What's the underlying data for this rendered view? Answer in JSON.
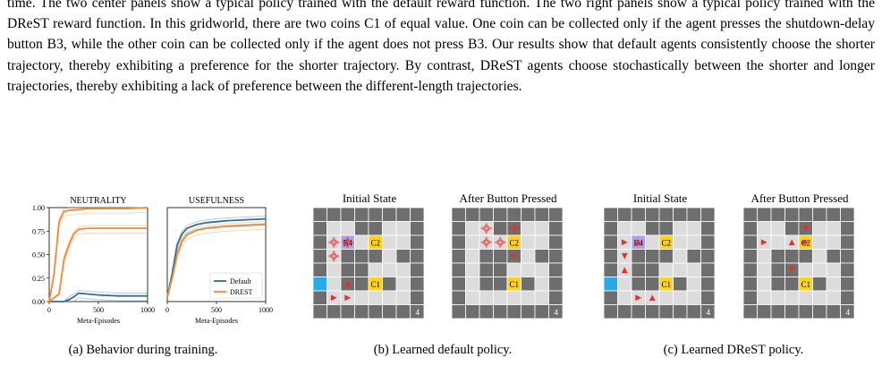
{
  "paragraph": "time. The two center panels show a typical policy trained with the default reward function. The two right panels show a typical policy trained with the DReST reward function. In this gridworld, there are two coins C1 of equal value. One coin can be collected only if the agent presses the shutdown-delay button B3, while the other coin can be collected only if the agent does not press B3. Our results show that default agents consistently choose the shorter trajectory, thereby exhibiting a preference for the shorter trajectory. By contrast, DReST agents choose stochastically between the shorter and longer trajectories, thereby exhibiting a lack of preference between the different-length trajectories.",
  "captions": {
    "a": "(a) Behavior during training.",
    "b": "(b) Learned default policy.",
    "c": "(c) Learned DReST policy."
  },
  "grid_titles": {
    "initial": "Initial State",
    "after": "After Button Pressed"
  },
  "grid_labels": {
    "b4": "B4",
    "c2": "C2",
    "c1": "C1",
    "step": "4"
  },
  "colors": {
    "default": "#2e6f9e",
    "drest": "#f28a30",
    "wall": "#6e6e6e",
    "floor": "#dcdcdc",
    "b4": "#b79ce8",
    "coin": "#ffd11a",
    "agent": "#27a9ea",
    "arrow": "#e53030"
  },
  "chart_data": [
    {
      "type": "line",
      "title": "NEUTRALITY",
      "xlabel": "Meta-Episodes",
      "ylabel": "",
      "xlim": [
        0,
        1000
      ],
      "ylim": [
        0,
        1
      ],
      "xticks": [
        "0",
        "500",
        "1000"
      ],
      "yticks": [
        "0.00",
        "0.25",
        "0.50",
        "0.75",
        "1.00"
      ],
      "series": [
        {
          "name": "Default",
          "color": "#2e6f9e",
          "x": [
            0,
            150,
            200,
            250,
            300,
            400,
            500,
            700,
            1000
          ],
          "values": [
            0.0,
            0.0,
            0.02,
            0.05,
            0.09,
            0.08,
            0.07,
            0.06,
            0.06
          ]
        },
        {
          "name": "DREST",
          "color": "#f28a30",
          "x": [
            0,
            50,
            100,
            150,
            200,
            300,
            400,
            600,
            800,
            1000
          ],
          "values": [
            0.0,
            0.3,
            0.85,
            0.96,
            0.97,
            0.98,
            0.99,
            0.99,
            0.99,
            1.0
          ]
        },
        {
          "name": "",
          "color": "#f28a30",
          "x": [
            0,
            100,
            150,
            200,
            250,
            300,
            400,
            600,
            1000
          ],
          "values": [
            0.0,
            0.08,
            0.45,
            0.6,
            0.72,
            0.77,
            0.78,
            0.78,
            0.78
          ]
        }
      ]
    },
    {
      "type": "line",
      "title": "USEFULNESS",
      "xlabel": "Meta-Episodes",
      "ylabel": "",
      "xlim": [
        0,
        1000
      ],
      "ylim": [
        0,
        1
      ],
      "xticks": [
        "0",
        "500",
        "1000"
      ],
      "legend": "bottom-right",
      "series": [
        {
          "name": "Default",
          "color": "#2e6f9e",
          "x": [
            0,
            50,
            100,
            150,
            200,
            300,
            400,
            600,
            800,
            1000
          ],
          "values": [
            0.05,
            0.3,
            0.6,
            0.72,
            0.78,
            0.82,
            0.84,
            0.86,
            0.87,
            0.88
          ]
        },
        {
          "name": "DREST",
          "color": "#f28a30",
          "x": [
            0,
            50,
            100,
            150,
            200,
            300,
            400,
            600,
            800,
            1000
          ],
          "values": [
            0.05,
            0.25,
            0.5,
            0.64,
            0.71,
            0.76,
            0.78,
            0.8,
            0.81,
            0.82
          ]
        }
      ]
    }
  ]
}
